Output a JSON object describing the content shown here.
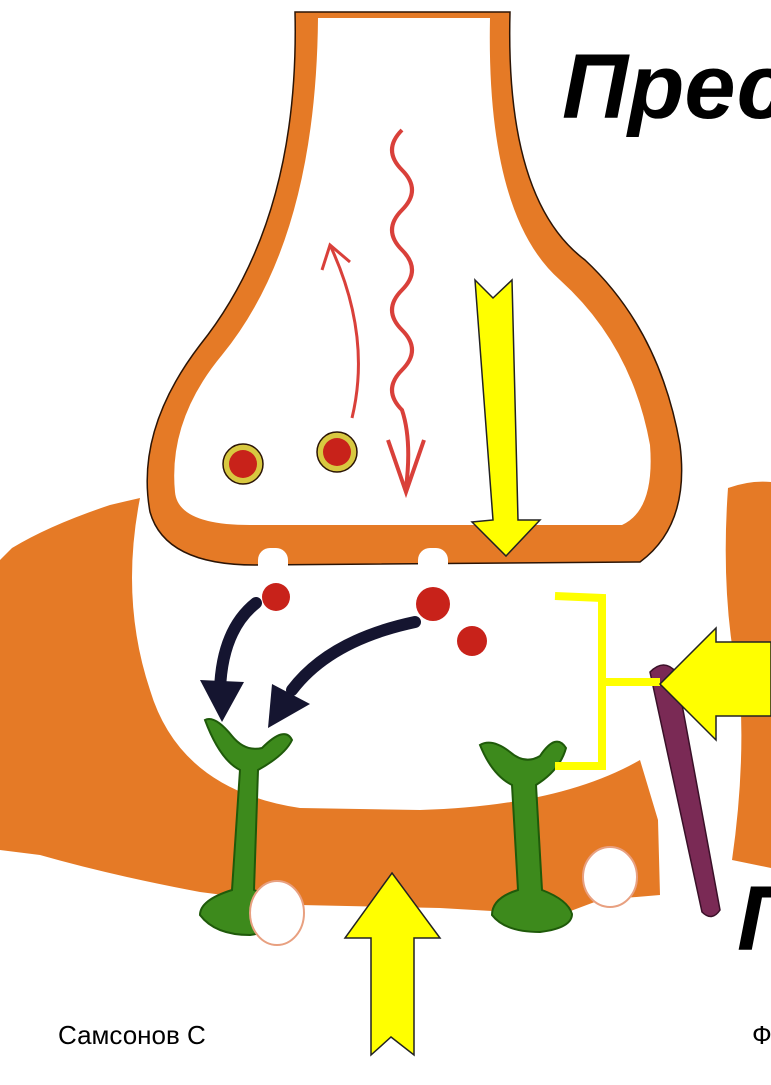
{
  "labels": {
    "presynaptic_partial": "Прес",
    "postsynaptic_partial": "П",
    "author": "Самсонов С",
    "footer_partial": "Ф"
  },
  "colors": {
    "membrane": "#e57a26",
    "membrane_edge": "#2b1405",
    "cleft": "#ffffff",
    "vesicle": "#c8221a",
    "vesicle_ring": "#d8c840",
    "receptor": "#3d8a1c",
    "receptor_dark": "#1f5a0a",
    "yellow_arrow": "#ffff00",
    "dark_arrow": "#151530",
    "wavy_arrow": "#d9403a",
    "probe": "#7a2a55"
  },
  "icons": [
    "wavy-arrow-down-icon",
    "curved-arrow-up-icon",
    "yellow-arrow-down-icon",
    "yellow-arrow-left-icon",
    "yellow-arrow-up-icon",
    "dark-curved-arrow-icon"
  ]
}
